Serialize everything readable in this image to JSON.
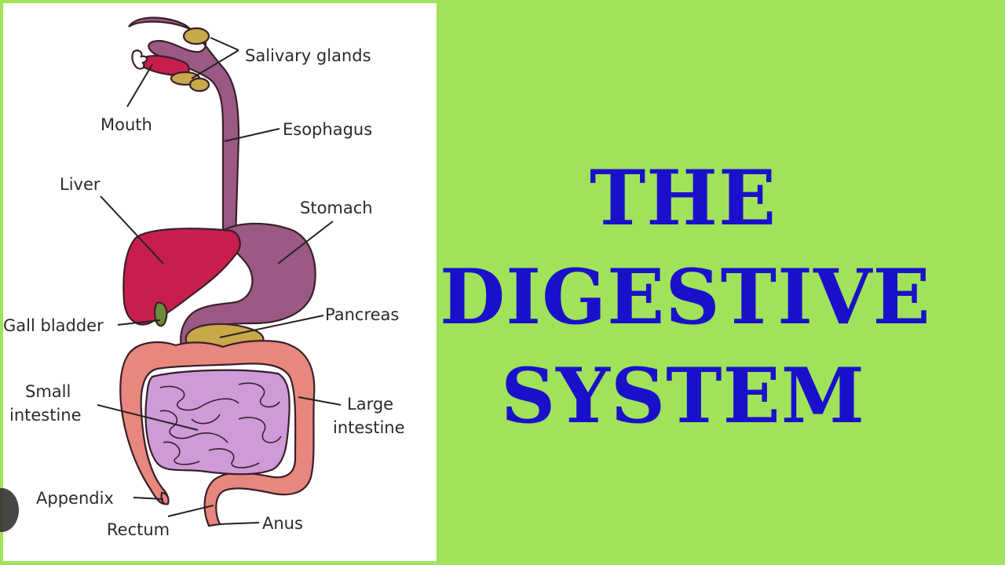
{
  "labels": {
    "salivary_glands": "Salivary glands",
    "mouth": "Mouth",
    "esophagus": "Esophagus",
    "liver": "Liver",
    "stomach": "Stomach",
    "gall_bladder": "Gall bladder",
    "pancreas": "Pancreas",
    "small_intestine_1": "Small",
    "small_intestine_2": "intestine",
    "large_intestine_1": "Large",
    "large_intestine_2": "intestine",
    "appendix": "Appendix",
    "rectum": "Rectum",
    "anus": "Anus"
  },
  "title": {
    "line1": "THE",
    "line2": "DIGESTIVE",
    "line3": "SYSTEM"
  },
  "colors": {
    "background": "#a0e35a",
    "title": "#1a10cc",
    "esophagus_stomach": "#9a5a83",
    "liver": "#c81e4e",
    "glands": "#c9a84a",
    "small_intestine": "#cf9ad8",
    "large_intestine": "#e8877d"
  }
}
